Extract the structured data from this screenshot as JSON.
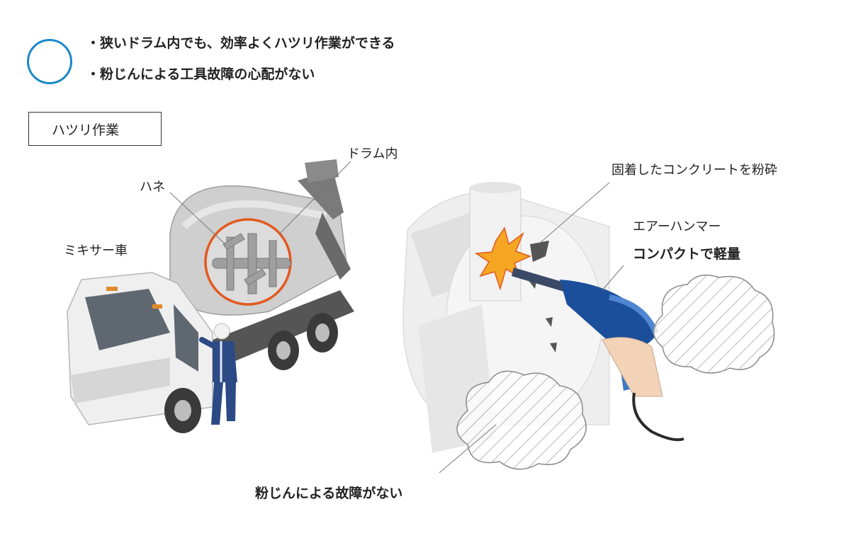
{
  "benefits": [
    "・狭いドラム内でも、効率よくハツリ作業ができる",
    "・粉じんによる工具故障の心配がない"
  ],
  "section_label": "ハツリ作業",
  "labels": {
    "drum_inside": "ドラム内",
    "blade": "ハネ",
    "mixer_truck": "ミキサー車",
    "crush_concrete": "固着したコンクリートを粉砕",
    "air_hammer": "エアーハンマー",
    "compact_light": "コンパクトで軽量",
    "no_dust_failure": "粉じんによる故障がない"
  },
  "colors": {
    "accent_blue": "#1a88c9",
    "highlight_orange": "#e2581e",
    "tool_blue": "#1b4f9c",
    "spark_yellow": "#f5a623"
  }
}
